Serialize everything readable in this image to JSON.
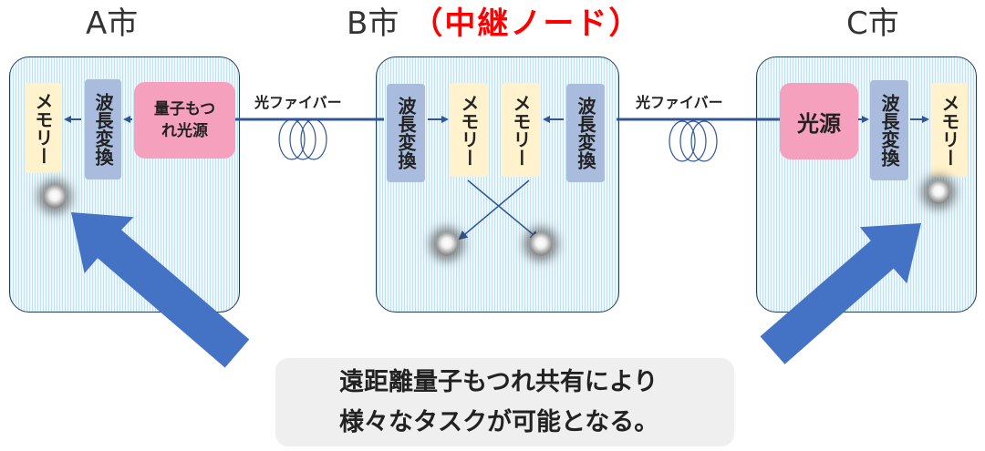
{
  "cities": {
    "a": "A市",
    "b": "B市",
    "b_relay": "（中継ノード）",
    "c": "C市"
  },
  "node_a": {
    "memory": "メモリー",
    "wavelength_conversion": "波長変換",
    "source_line1": "量子もつ",
    "source_line2": "れ光源"
  },
  "node_b": {
    "wavelength_conversion_left": "波長変換",
    "memory_left": "メモリー",
    "memory_right": "メモリー",
    "wavelength_conversion_right": "波長変換"
  },
  "node_c": {
    "source": "光源",
    "wavelength_conversion": "波長変換",
    "memory": "メモリー"
  },
  "fiber": {
    "left_label": "光ファイバー",
    "right_label": "光ファイバー"
  },
  "callout": {
    "line1": "遠距離量子もつれ共有により",
    "line2": "様々なタスクが可能となる。"
  },
  "colors": {
    "relay_label": "#ff0000",
    "link_line": "#2f5597",
    "big_arrow": "#4472c4",
    "memory": "#fff2cc",
    "wavelength_conversion": "#a9bcdd",
    "source": "#f5a0bd",
    "node_background": "#eef7fb",
    "callout_background": "#efefef"
  }
}
